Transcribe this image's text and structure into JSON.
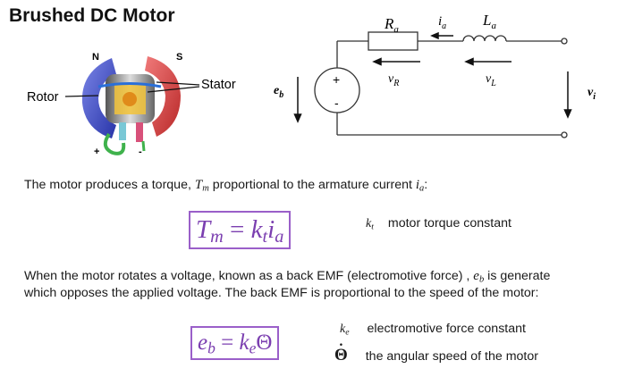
{
  "title": "Brushed DC Motor",
  "motor_labels": {
    "north": "N",
    "south": "S",
    "stator": "Stator",
    "rotor": "Rotor",
    "plus": "+",
    "minus": "-"
  },
  "circuit": {
    "r_sym": "R",
    "r_sub": "a",
    "i_sym": "i",
    "i_sub": "a",
    "l_sym": "L",
    "l_sub": "a",
    "vr_sym": "v",
    "vr_sub": "R",
    "vl_sym": "v",
    "vl_sub": "L",
    "eb_sym": "e",
    "eb_sub": "b",
    "vi_sym": "v",
    "vi_sub": "i",
    "plus": "+",
    "minus": "-"
  },
  "para1": {
    "text": "The motor produces a torque, ",
    "tm_sym": "T",
    "tm_sub": "m",
    "text2": " proportional to the armature current ",
    "ia_sym": "i",
    "ia_sub": "a",
    "end": ":"
  },
  "eq1": {
    "lhs": "T",
    "lhs_sub": "m",
    "eq": " = ",
    "k": "k",
    "k_sub": "t",
    "i": "i",
    "i_sub": "a"
  },
  "def1": {
    "sym": "k",
    "sub": "t",
    "text": "motor torque constant"
  },
  "para2": {
    "line1_a": "When the motor rotates a voltage, known as a back EMF (electromotive force) , ",
    "eb_sym": "e",
    "eb_sub": "b",
    "line1_b": " is generate",
    "line2": "which opposes the applied voltage. The back EMF is proportional to the speed of the motor:"
  },
  "eq2": {
    "lhs": "e",
    "lhs_sub": "b",
    "eq": " = ",
    "k": "k",
    "k_sub": "e",
    "theta": "Θ"
  },
  "def2": {
    "sym": "k",
    "sub": "e",
    "text": "electromotive force constant"
  },
  "def3": {
    "sym": "Θ",
    "text": "the angular speed of the motor"
  }
}
